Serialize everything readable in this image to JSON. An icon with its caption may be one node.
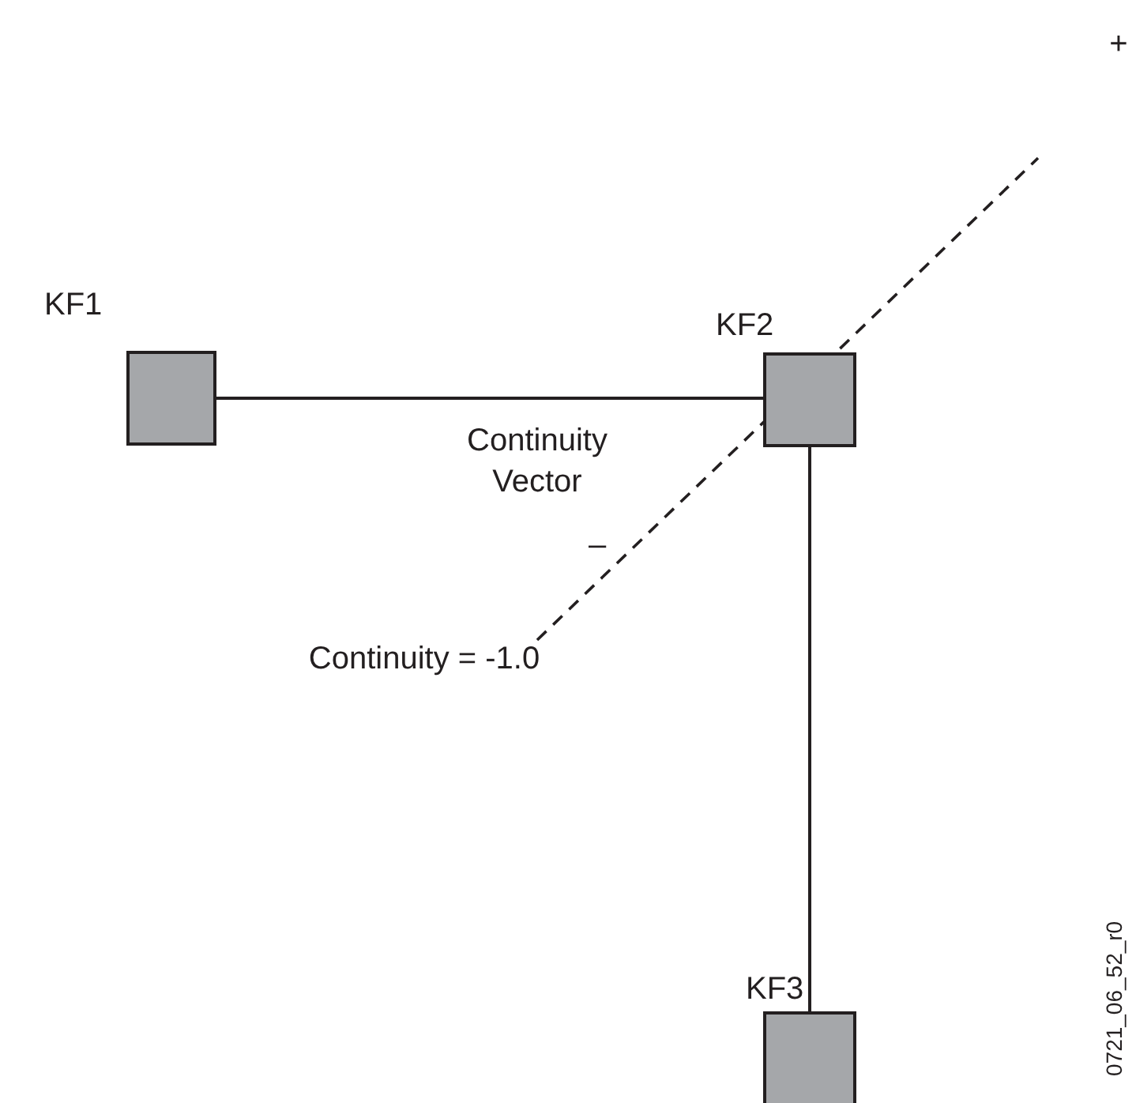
{
  "diagram": {
    "nodes": [
      {
        "text": [
          "KF1"
        ]
      },
      {
        "text": [
          "KF2"
        ]
      },
      {
        "text": [
          "KF3"
        ]
      }
    ],
    "edges": [
      {
        "from": 0,
        "to": 1,
        "arrow": "none"
      },
      {
        "from": 1,
        "to": 2,
        "arrow": "none"
      }
    ],
    "labels": [
      "+",
      "Continuity Vector",
      "–",
      "Continuity = -1.0",
      "0721_06_52_r0"
    ]
  }
}
